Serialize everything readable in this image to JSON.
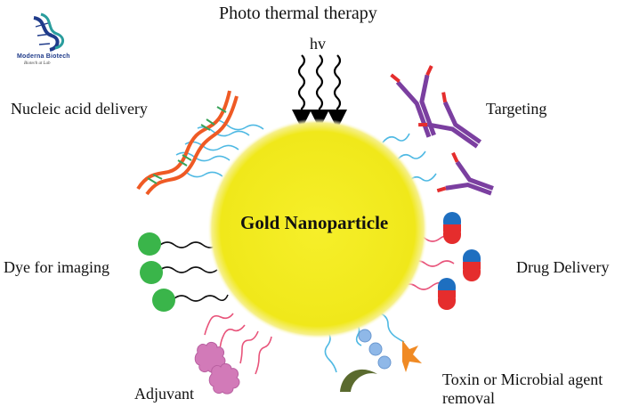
{
  "diagram": {
    "title": "Photo thermal therapy",
    "light_label": "hv",
    "center_label": "Gold Nanoparticle",
    "labels": {
      "nucleic_acid": "Nucleic acid delivery",
      "targeting": "Targeting",
      "dye": "Dye for imaging",
      "drug": "Drug Delivery",
      "adjuvant": "Adjuvant",
      "toxin": "Toxin or Microbial agent removal"
    },
    "colors": {
      "particle": "#f2ea1c",
      "linker_blue": "#4fb9e3",
      "linker_red": "#e8537a",
      "linker_black": "#111111",
      "dna_orange": "#ef5a24",
      "dna_green": "#3aa35a",
      "antibody_purple": "#7b3fa0",
      "antibody_red": "#e52d2d",
      "dye_green": "#3ab54a",
      "capsule_blue": "#1e6fc0",
      "capsule_red": "#e52d2d",
      "adjuvant_pink": "#d27ab8",
      "toxin_olive": "#5a6a2e",
      "toxin_orange": "#f08a24",
      "bead_blue": "#8fb8e8"
    }
  },
  "logo": {
    "name": "Moderna Biotech",
    "tagline": "Biotech at Lab"
  }
}
